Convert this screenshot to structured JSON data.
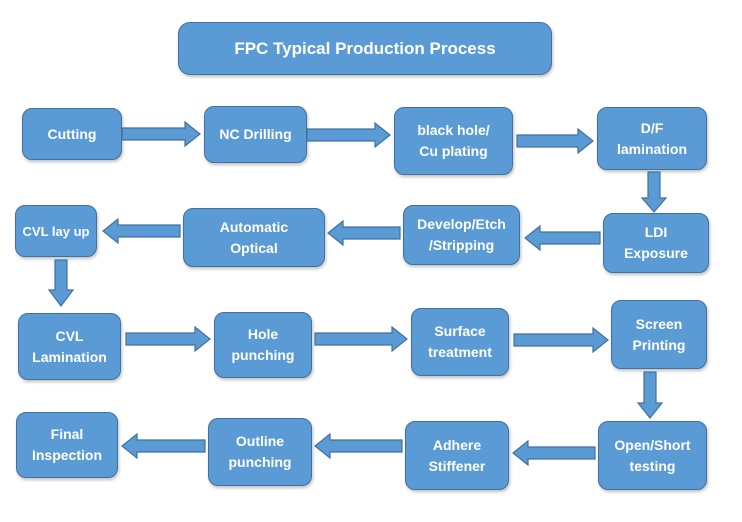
{
  "diagram": {
    "title": "FPC Typical Production Process",
    "colors": {
      "box_fill": "#5b9bd5",
      "box_border": "#41719c",
      "text": "#ffffff"
    },
    "steps": [
      {
        "id": "cutting",
        "label": "Cutting"
      },
      {
        "id": "nc-drilling",
        "label": "NC Drilling"
      },
      {
        "id": "black-hole-cu-plating",
        "label": "black hole/\nCu plating"
      },
      {
        "id": "df-lamination",
        "label": "D/F\nlamination"
      },
      {
        "id": "ldi-exposure",
        "label": "LDI\nExposure"
      },
      {
        "id": "develop-etch-stripping",
        "label": "Develop/Etch\n/Stripping"
      },
      {
        "id": "automatic-optical",
        "label": "Automatic\nOptical"
      },
      {
        "id": "cvl-lay-up",
        "label": "CVL lay up"
      },
      {
        "id": "cvl-lamination",
        "label": "CVL\nLamination"
      },
      {
        "id": "hole-punching",
        "label": "Hole\npunching"
      },
      {
        "id": "surface-treatment",
        "label": "Surface\ntreatment"
      },
      {
        "id": "screen-printing",
        "label": "Screen\nPrinting"
      },
      {
        "id": "open-short-testing",
        "label": "Open/Short\ntesting"
      },
      {
        "id": "adhere-stiffener",
        "label": "Adhere\nStiffener"
      },
      {
        "id": "outline-punching",
        "label": "Outline\npunching"
      },
      {
        "id": "final-inspection",
        "label": "Final\nInspection"
      }
    ],
    "flow": [
      [
        "cutting",
        "nc-drilling"
      ],
      [
        "nc-drilling",
        "black-hole-cu-plating"
      ],
      [
        "black-hole-cu-plating",
        "df-lamination"
      ],
      [
        "df-lamination",
        "ldi-exposure"
      ],
      [
        "ldi-exposure",
        "develop-etch-stripping"
      ],
      [
        "develop-etch-stripping",
        "automatic-optical"
      ],
      [
        "automatic-optical",
        "cvl-lay-up"
      ],
      [
        "cvl-lay-up",
        "cvl-lamination"
      ],
      [
        "cvl-lamination",
        "hole-punching"
      ],
      [
        "hole-punching",
        "surface-treatment"
      ],
      [
        "surface-treatment",
        "screen-printing"
      ],
      [
        "screen-printing",
        "open-short-testing"
      ],
      [
        "open-short-testing",
        "adhere-stiffener"
      ],
      [
        "adhere-stiffener",
        "outline-punching"
      ],
      [
        "outline-punching",
        "final-inspection"
      ]
    ]
  }
}
